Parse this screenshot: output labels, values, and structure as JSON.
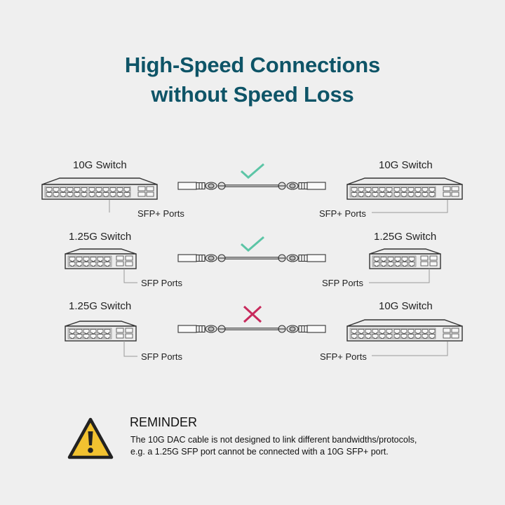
{
  "title": {
    "line1": "High-Speed Connections",
    "line2": "without Speed Loss"
  },
  "colors": {
    "title": "#0e5467",
    "check": "#5cc5a6",
    "cross": "#c8295c",
    "warning_fill": "#f2c230",
    "outline": "#333333",
    "background": "#efefef"
  },
  "rows": [
    {
      "left": {
        "switch_label": "10G Switch",
        "port_label": "SFP+ Ports",
        "type": "10G"
      },
      "right": {
        "switch_label": "10G Switch",
        "port_label": "SFP+ Ports",
        "type": "10G"
      },
      "status": "compatible",
      "status_icon": "check-icon"
    },
    {
      "left": {
        "switch_label": "1.25G Switch",
        "port_label": "SFP Ports",
        "type": "1.25G"
      },
      "right": {
        "switch_label": "1.25G Switch",
        "port_label": "SFP Ports",
        "type": "1.25G"
      },
      "status": "compatible",
      "status_icon": "check-icon"
    },
    {
      "left": {
        "switch_label": "1.25G Switch",
        "port_label": "SFP Ports",
        "type": "1.25G"
      },
      "right": {
        "switch_label": "10G Switch",
        "port_label": "SFP+ Ports",
        "type": "10G"
      },
      "status": "incompatible",
      "status_icon": "cross-icon"
    }
  ],
  "reminder": {
    "icon": "warning-icon",
    "title": "REMINDER",
    "text_line1": "The 10G DAC cable is not designed to link different bandwidths/protocols,",
    "text_line2": "e.g. a 1.25G SFP port cannot be connected with a 10G SFP+ port."
  }
}
